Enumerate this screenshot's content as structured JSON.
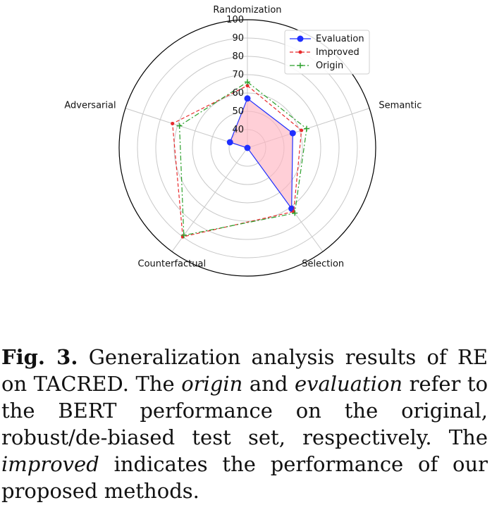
{
  "chart_data": {
    "type": "radar",
    "axes": [
      "Randomization",
      "Semantic",
      "Selection",
      "Counterfactual",
      "Adversarial"
    ],
    "rlim": [
      30,
      100
    ],
    "ticks": [
      40,
      50,
      60,
      70,
      80,
      90,
      100
    ],
    "grid": true,
    "legend_position": "top-right",
    "series": [
      {
        "name": "Evaluation",
        "values": [
          57,
          56,
          71,
          30,
          40
        ],
        "color": "#1f2fff",
        "fill": "#ffb6c1",
        "style": "solid",
        "marker": "circle"
      },
      {
        "name": "Improved",
        "values": [
          64,
          61,
          73,
          90,
          73
        ],
        "color": "#e8292b",
        "style": "dashed",
        "marker": "dot"
      },
      {
        "name": "Origin",
        "values": [
          66,
          64,
          74,
          89,
          69
        ],
        "color": "#2ca02c",
        "style": "dashdot",
        "marker": "plus"
      }
    ]
  },
  "caption": {
    "label": "Fig. 3.",
    "s1": "Generalization analysis results of RE on TACRED. The",
    "t1": "origin",
    "s2": "and",
    "t2": "evaluation",
    "s3": "refer to the BERT performance on the original, robust/de-biased test set, respectively. The",
    "t3": "improved",
    "s4": "indicates the performance of our proposed methods."
  }
}
